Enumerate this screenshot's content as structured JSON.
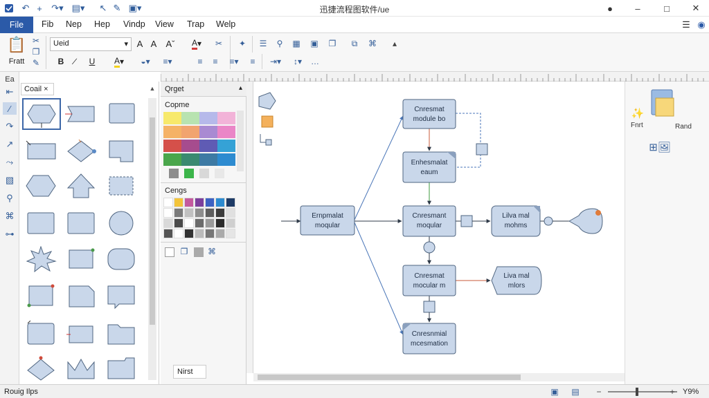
{
  "app": {
    "title": "迅捷流程图软件/ue"
  },
  "menu": {
    "file": "File",
    "items": [
      "Fib",
      "Nep",
      "Hep",
      "Vindp",
      "View",
      "Trap",
      "Welp"
    ]
  },
  "ribbon": {
    "paste_label": "Fratt",
    "font_name": "Ueid",
    "font_bold": "B",
    "font_underline": "U",
    "grow": "A",
    "shrink": "Aˇ"
  },
  "sidebar_label": "Ea",
  "shapes_panel": {
    "tab_label": "Coail",
    "close": "×"
  },
  "colors_panel": {
    "header": "Qrget",
    "section1": "Copme",
    "section2": "Cengs"
  },
  "canvas": {
    "nodes": [
      {
        "id": "n1",
        "line1": "Ernpmalat",
        "line2": "moqular"
      },
      {
        "id": "n2",
        "line1": "Cnresmat",
        "line2": "module bo"
      },
      {
        "id": "n3",
        "line1": "Enhesmalat",
        "line2": "eaum"
      },
      {
        "id": "n4",
        "line1": "Cnresmant",
        "line2": "moqular"
      },
      {
        "id": "n5",
        "line1": "Cnresmat",
        "line2": "mocular m"
      },
      {
        "id": "n6",
        "line1": "Cnresnmial",
        "line2": "mcesmation"
      },
      {
        "id": "n7",
        "line1": "Lilva mal",
        "line2": "mohms"
      },
      {
        "id": "n8",
        "line1": "Liva mal",
        "line2": "mlors"
      }
    ],
    "bottom_tab": "Nirst"
  },
  "right_panel": {
    "label1": "Fnrt",
    "label2": "Rand"
  },
  "status": {
    "left": "Rouig Ilps",
    "zoom": "Y9%"
  },
  "colors": {
    "accent": "#2b5aa8",
    "node_fill": "#c9d7ea",
    "node_stroke": "#4f6580"
  }
}
